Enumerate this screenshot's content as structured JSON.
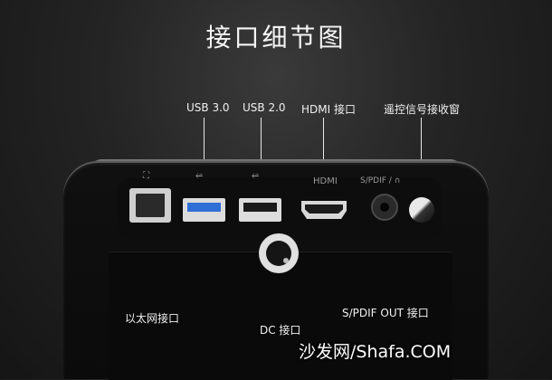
{
  "title": "接口细节图",
  "labels": {
    "usb3": "USB 3.0",
    "usb2": "USB 2.0",
    "hdmi": "HDMI 接口",
    "ir": "遥控信号接收窗",
    "ethernet": "以太网接口",
    "dc": "DC 接口",
    "spdif": "S/PDIF OUT 接口"
  },
  "device_text": {
    "hdmi": "HDMI",
    "spdif": "S/PDIF / ∩"
  },
  "watermark": "沙发网/Shafa.COM"
}
